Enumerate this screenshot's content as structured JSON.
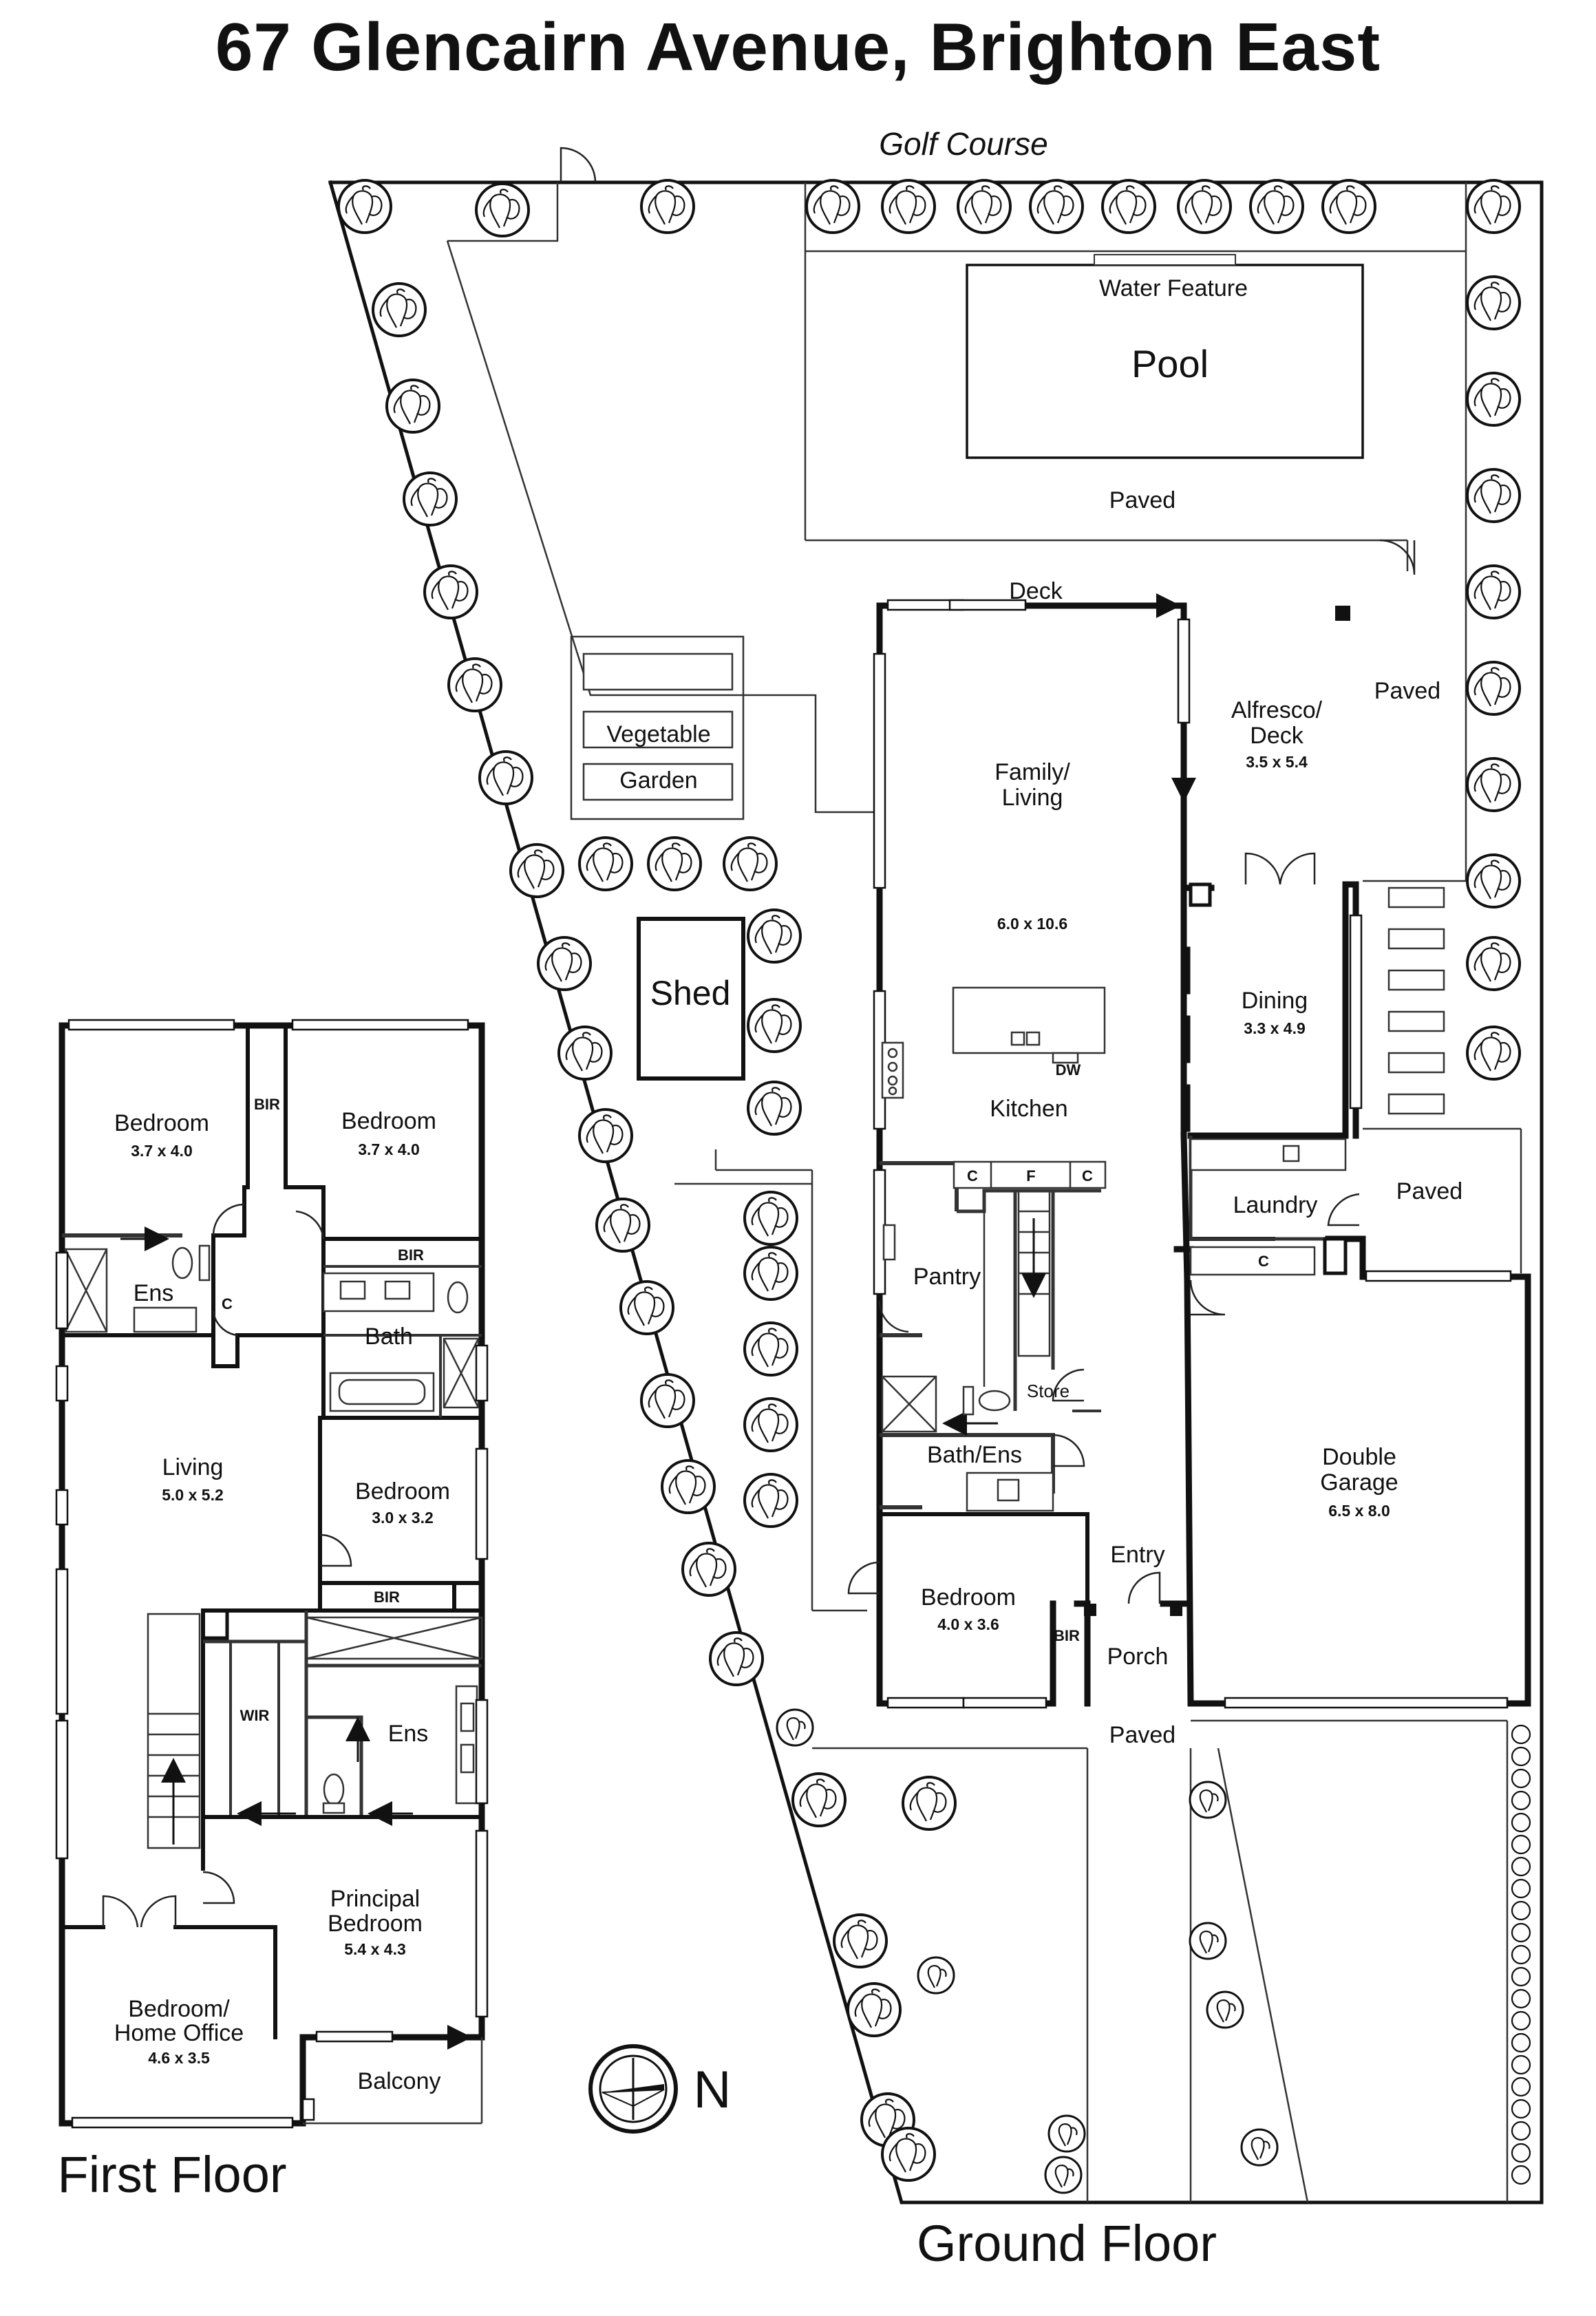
{
  "title": "67 Glencairn Avenue, Brighton East",
  "compass": {
    "label": "N"
  },
  "site": {
    "golf_course": "Golf Course",
    "water_feature": "Water Feature",
    "pool": "Pool",
    "paved_pool": "Paved",
    "deck": "Deck",
    "paved_right": "Paved",
    "paved_laundry": "Paved",
    "paved_front": "Paved",
    "vegetable": "Vegetable",
    "garden": "Garden",
    "shed": "Shed"
  },
  "ground_floor": {
    "label": "Ground Floor",
    "family": {
      "name1": "Family/",
      "name2": "Living",
      "dim": "6.0 x 10.6"
    },
    "alfresco": {
      "name1": "Alfresco/",
      "name2": "Deck",
      "dim": "3.5 x 5.4"
    },
    "dining": {
      "name": "Dining",
      "dim": "3.3 x 4.9"
    },
    "kitchen": {
      "name": "Kitchen",
      "dw": "DW",
      "c1": "C",
      "f": "F",
      "c2": "C"
    },
    "laundry": {
      "name": "Laundry",
      "c": "C"
    },
    "pantry": {
      "name": "Pantry"
    },
    "store": {
      "name": "Store"
    },
    "bath_ens": {
      "name": "Bath/Ens"
    },
    "bedroom": {
      "name": "Bedroom",
      "dim": "4.0 x 3.6",
      "bir": "BIR"
    },
    "entry": {
      "name": "Entry"
    },
    "porch": {
      "name": "Porch"
    },
    "garage": {
      "name1": "Double",
      "name2": "Garage",
      "dim": "6.5 x 8.0"
    }
  },
  "first_floor": {
    "label": "First Floor",
    "bedroom_a": {
      "name": "Bedroom",
      "dim": "3.7 x 4.0"
    },
    "bir_a": "BIR",
    "bedroom_b": {
      "name": "Bedroom",
      "dim": "3.7 x 4.0"
    },
    "bir_b": "BIR",
    "ens_top": {
      "name": "Ens",
      "c": "C"
    },
    "bath": {
      "name": "Bath"
    },
    "living": {
      "name": "Living",
      "dim": "5.0 x 5.2"
    },
    "bedroom_c": {
      "name": "Bedroom",
      "dim": "3.0 x 3.2"
    },
    "bir_c": "BIR",
    "wir": "WIR",
    "ens": {
      "name": "Ens"
    },
    "principal": {
      "name1": "Principal",
      "name2": "Bedroom",
      "dim": "5.4 x 4.3"
    },
    "office": {
      "name1": "Bedroom/",
      "name2": "Home Office",
      "dim": "4.6 x 3.5"
    },
    "balcony": {
      "name": "Balcony"
    }
  }
}
